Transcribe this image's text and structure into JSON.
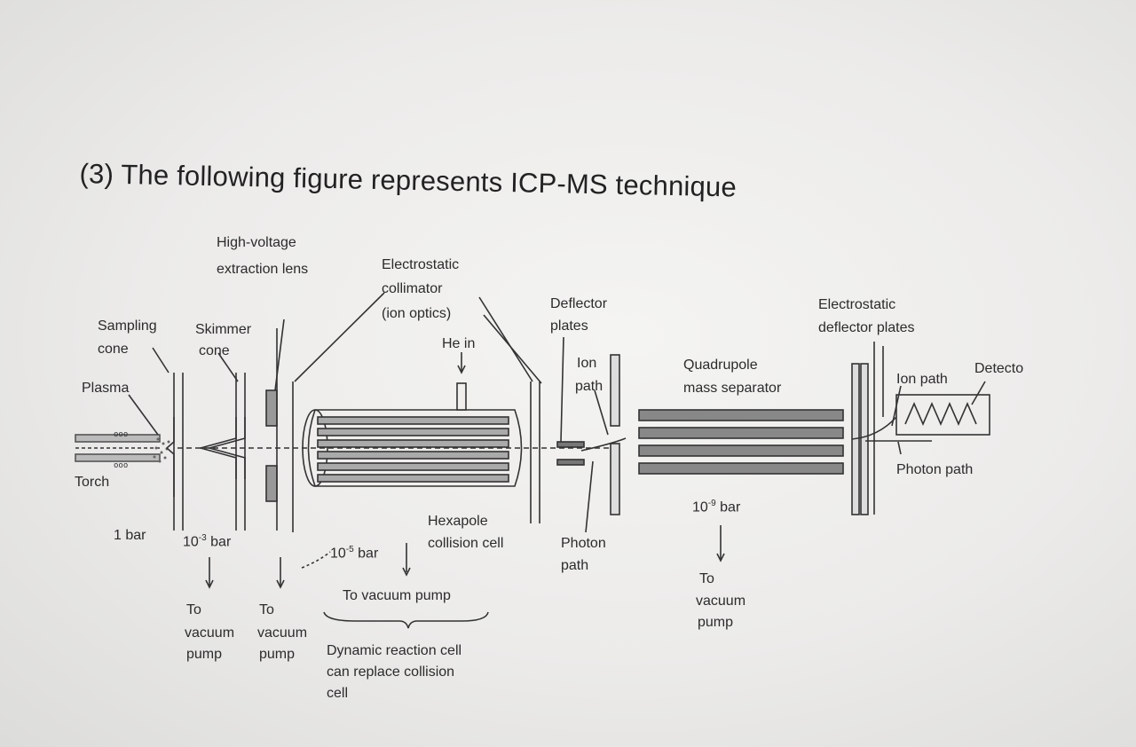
{
  "title": "(3) The following figure represents ICP-MS technique",
  "labels": {
    "hv_lens_1": "High-voltage",
    "hv_lens_2": "extraction lens",
    "collimator_1": "Electrostatic",
    "collimator_2": "collimator",
    "collimator_3": "(ion optics)",
    "he_in": "He in",
    "deflector_1": "Deflector",
    "deflector_2": "plates",
    "sampling_1": "Sampling",
    "sampling_2": "cone",
    "skimmer_1": "Skimmer",
    "skimmer_2": "cone",
    "plasma": "Plasma",
    "torch": "Torch",
    "ion_path_1": "Ion",
    "ion_path_2": "path",
    "quad_1": "Quadrupole",
    "quad_2": "mass separator",
    "elec_defl_1": "Electrostatic",
    "elec_defl_2": "deflector plates",
    "ion_path_right": "Ion path",
    "detector": "Detecto",
    "photon_path_right": "Photon path",
    "p_1bar": "1 bar",
    "p_10_3": "10",
    "p_10_3_exp": "-3",
    "p_10_3_unit": "bar",
    "p_10_5": "10",
    "p_10_5_exp": "-5",
    "p_10_5_unit": "bar",
    "p_10_9": "10",
    "p_10_9_exp": "-9",
    "p_10_9_unit": "bar",
    "hexapole_1": "Hexapole",
    "hexapole_2": "collision cell",
    "photon_path_1": "Photon",
    "photon_path_2": "path",
    "to_vac_pump_center": "To vacuum pump",
    "to_1": "To",
    "to_2": "To",
    "vacuum_1": "vacuum",
    "vacuum_2": "vacuum",
    "pump_1": "pump",
    "pump_2": "pump",
    "to_right": "To",
    "vacuum_right": "vacuum",
    "pump_right": "pump",
    "drc_1": "Dynamic reaction cell",
    "drc_2": "can replace collision",
    "drc_3": "cell"
  }
}
